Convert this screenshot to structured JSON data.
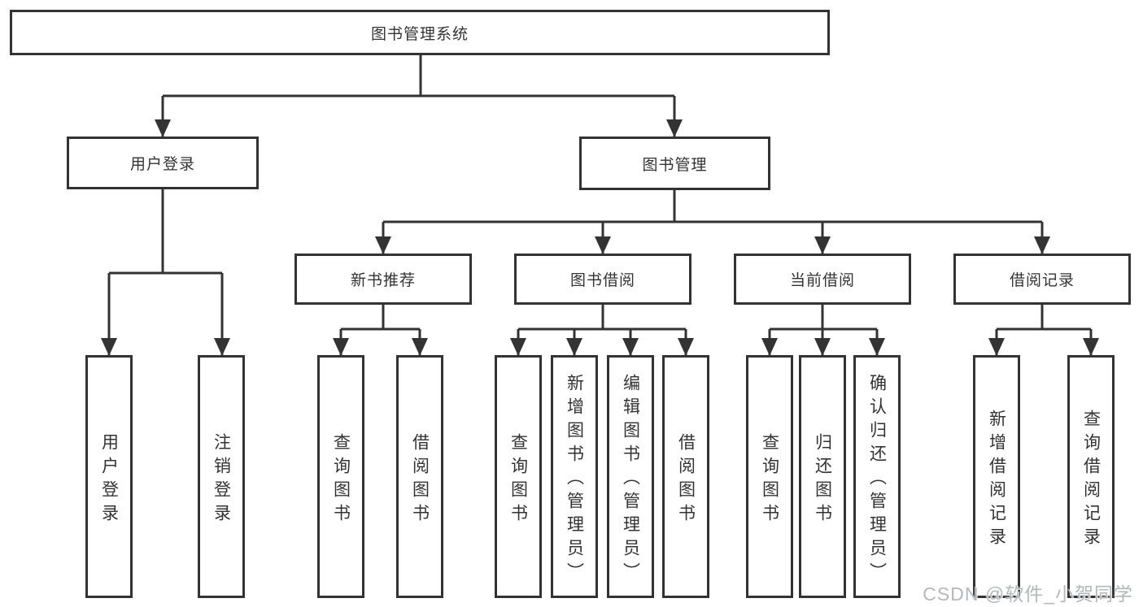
{
  "colors": {
    "background": "#ffffff",
    "border": "#333333",
    "line": "#333333",
    "text": "#333333",
    "watermark": "#b4b7bb"
  },
  "watermark": {
    "text": "CSDN @软件_小贺同学"
  },
  "diagram": {
    "root": {
      "label": "图书管理系统"
    },
    "branches": {
      "user_login": {
        "label": "用户登录",
        "children": {
          "c1": {
            "label": "用户登录"
          },
          "c2": {
            "label": "注销登录"
          }
        }
      },
      "book_management": {
        "label": "图书管理",
        "sections": {
          "new_books": {
            "label": "新书推荐",
            "children": {
              "c1": {
                "label": "查询图书"
              },
              "c2": {
                "label": "借阅图书"
              }
            }
          },
          "book_borrowing": {
            "label": "图书借阅",
            "children": {
              "c1": {
                "label": "查询图书"
              },
              "c2": {
                "label": "新增图书（管理员）"
              },
              "c3": {
                "label": "编辑图书（管理员）"
              },
              "c4": {
                "label": "借阅图书"
              }
            }
          },
          "current_borrowing": {
            "label": "当前借阅",
            "children": {
              "c1": {
                "label": "查询图书"
              },
              "c2": {
                "label": "归还图书"
              },
              "c3": {
                "label": "确认归还（管理员）"
              }
            }
          },
          "borrowing_records": {
            "label": "借阅记录",
            "children": {
              "c1": {
                "label": "新增借阅记录"
              },
              "c2": {
                "label": "查询借阅记录"
              }
            }
          }
        }
      }
    }
  }
}
